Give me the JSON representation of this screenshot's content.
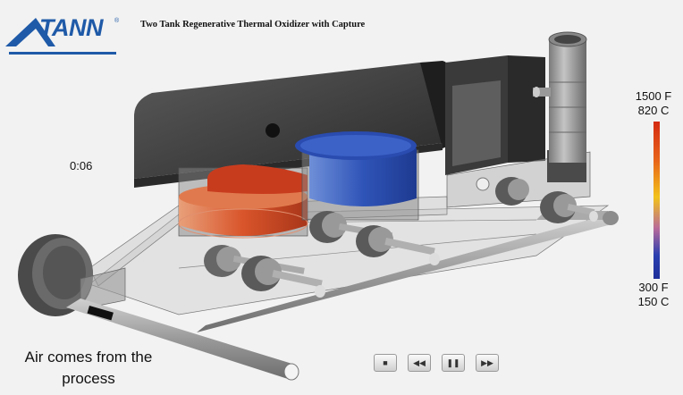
{
  "header": {
    "logo_text": "TANN",
    "logo_reg": "®",
    "title": "Two Tank Regenerative Thermal Oxidizer with Capture"
  },
  "animation": {
    "timer": "0:06",
    "caption": "Air comes from the process"
  },
  "temperature_scale": {
    "high_f": "1500 F",
    "high_c": "820 C",
    "low_f": "300 F",
    "low_c": "150 C",
    "gradient_colors": [
      "#d42a12",
      "#e8651a",
      "#f2c21a",
      "#b86a9a",
      "#1e2f9a"
    ]
  },
  "controls": [
    {
      "name": "stop-button",
      "icon": "stop-icon",
      "glyph": "■"
    },
    {
      "name": "rewind-button",
      "icon": "rewind-icon",
      "glyph": "◀◀"
    },
    {
      "name": "pause-button",
      "icon": "pause-icon",
      "glyph": "❚❚"
    },
    {
      "name": "fast-forward-button",
      "icon": "fast-forward-icon",
      "glyph": "▶▶"
    }
  ],
  "colors": {
    "logo_blue": "#1f5aa8",
    "hot_tank": "#d9542a",
    "cold_tank": "#2f54b8",
    "housing": "#3a3a3a"
  }
}
